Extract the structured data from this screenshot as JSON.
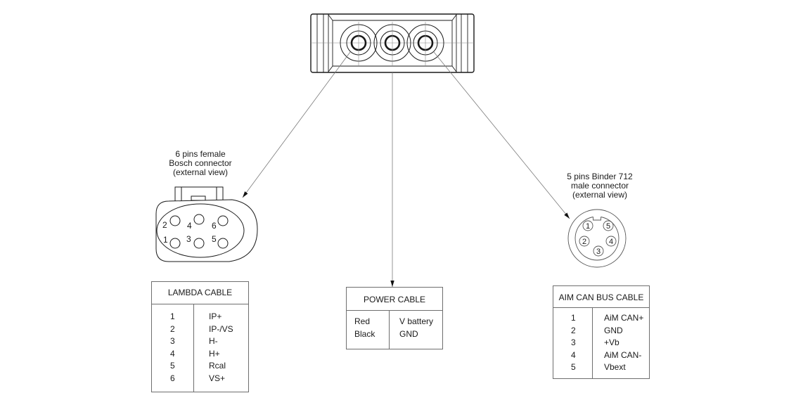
{
  "diagram": {
    "title": "Lambda controller wiring diagram",
    "colors": {
      "line": "#1a1a1a",
      "leader": "#7a7a7a",
      "table_border": "#6e6e6e"
    }
  },
  "connectors": {
    "bosch": {
      "caption": [
        "6 pins female",
        "Bosch connector",
        "(external view)"
      ],
      "pins": [
        "1",
        "2",
        "3",
        "4",
        "5",
        "6"
      ]
    },
    "binder": {
      "caption": [
        "5 pins Binder 712",
        "male connector",
        "(external view)"
      ],
      "pins": [
        "1",
        "2",
        "3",
        "4",
        "5"
      ]
    }
  },
  "tables": {
    "lambda": {
      "title": "LAMBDA CABLE",
      "rows": [
        {
          "pin": "1",
          "signal": "IP+"
        },
        {
          "pin": "2",
          "signal": "IP-/VS"
        },
        {
          "pin": "3",
          "signal": "H-"
        },
        {
          "pin": "4",
          "signal": "H+"
        },
        {
          "pin": "5",
          "signal": "Rcal"
        },
        {
          "pin": "6",
          "signal": "VS+"
        }
      ]
    },
    "power": {
      "title": "POWER CABLE",
      "rows": [
        {
          "wire": "Red",
          "signal": "V battery"
        },
        {
          "wire": "Black",
          "signal": "GND"
        }
      ]
    },
    "can": {
      "title": "AIM CAN BUS CABLE",
      "rows": [
        {
          "pin": "1",
          "signal": "AiM CAN+"
        },
        {
          "pin": "2",
          "signal": "GND"
        },
        {
          "pin": "3",
          "signal": "+Vb"
        },
        {
          "pin": "4",
          "signal": "AiM CAN-"
        },
        {
          "pin": "5",
          "signal": "Vbext"
        }
      ]
    }
  }
}
